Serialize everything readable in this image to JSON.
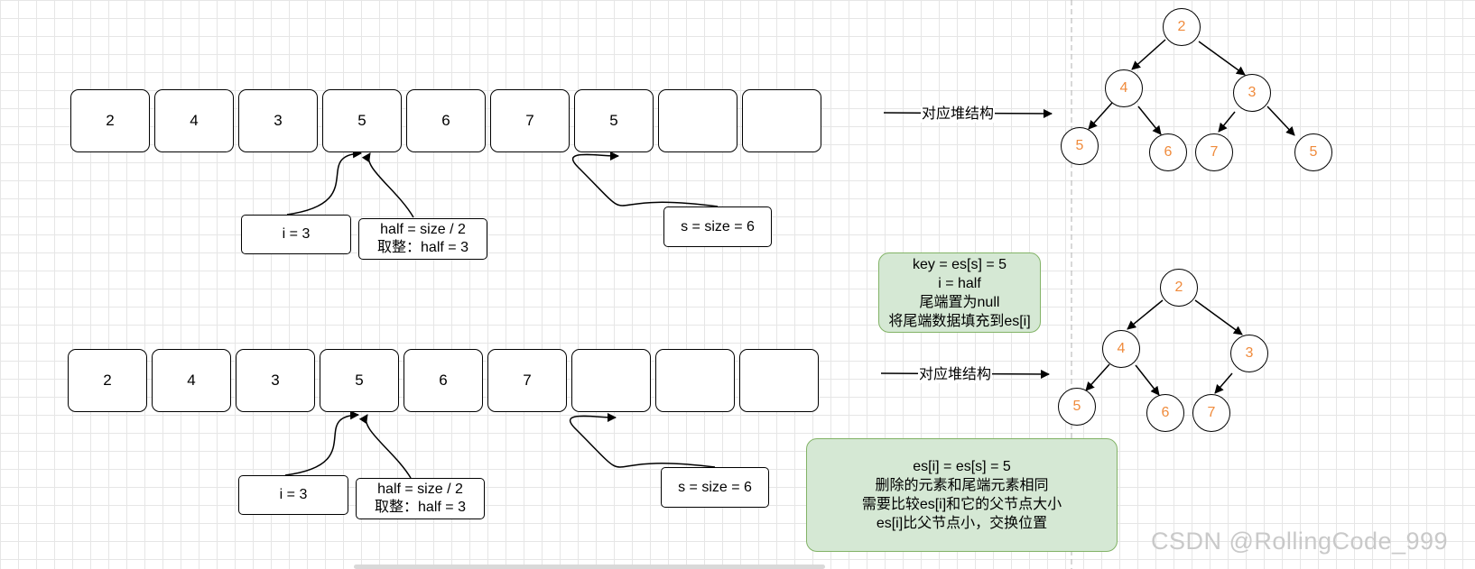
{
  "top": {
    "array": [
      "2",
      "4",
      "3",
      "5",
      "6",
      "7",
      "5",
      "",
      ""
    ],
    "i_label": "i = 3",
    "half_lines": [
      "half = size / 2",
      "取整：half = 3"
    ],
    "s_label": "s = size = 6",
    "arrow_label": "对应堆结构",
    "tree": [
      "2",
      "4",
      "3",
      "5",
      "6",
      "7",
      "5"
    ]
  },
  "middle_note": [
    "key = es[s] =  5",
    "i = half",
    "尾端置为null",
    "将尾端数据填充到es[i]"
  ],
  "bottom": {
    "array": [
      "2",
      "4",
      "3",
      "5",
      "6",
      "7",
      "",
      "",
      ""
    ],
    "i_label": "i = 3",
    "half_lines": [
      "half = size / 2",
      "取整：half = 3"
    ],
    "s_label": "s = size = 6",
    "arrow_label": "对应堆结构",
    "tree": [
      "2",
      "4",
      "3",
      "5",
      "6",
      "7"
    ]
  },
  "bottom_note": [
    "es[i] = es[s] = 5",
    "删除的元素和尾端元素相同",
    "需要比较es[i]和它的父节点大小",
    "es[i]比父节点小，交换位置"
  ],
  "watermark": "CSDN @RollingCode_999",
  "colors": {
    "node_text": "#f08b3c",
    "note_fill": "#d5e8d4",
    "note_border": "#82b366",
    "grid": "#e6e6e6"
  }
}
